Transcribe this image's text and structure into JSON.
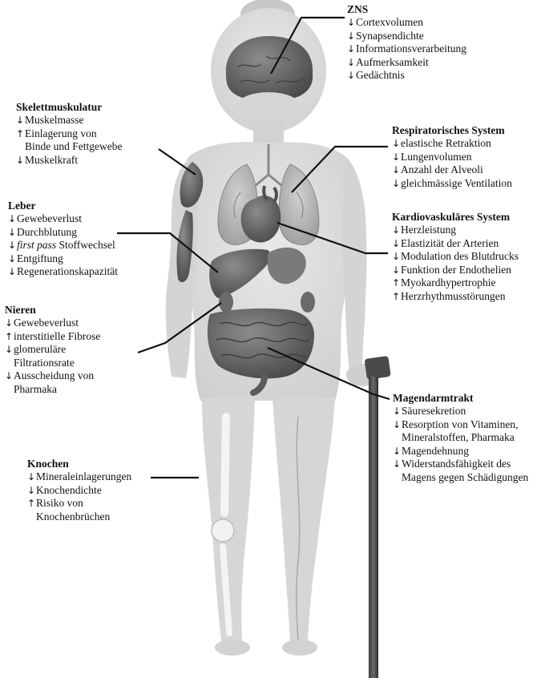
{
  "zns": {
    "title": "ZNS",
    "items": [
      {
        "arrow": "↓",
        "text": "Cortexvolumen"
      },
      {
        "arrow": "↓",
        "text": "Synapsendichte"
      },
      {
        "arrow": "↓",
        "text": "Informationsverarbeitung"
      },
      {
        "arrow": "↓",
        "text": "Aufmerksamkeit"
      },
      {
        "arrow": "↓",
        "text": "Gedächtnis"
      }
    ]
  },
  "skelett": {
    "title": "Skelettmuskulatur",
    "items": [
      {
        "arrow": "↓",
        "text": "Muskelmasse"
      },
      {
        "arrow": "↑",
        "text": "Einlagerung von"
      },
      {
        "arrow": "",
        "text": "Binde und Fettgewebe"
      },
      {
        "arrow": "↓",
        "text": "Muskelkraft"
      }
    ]
  },
  "resp": {
    "title": "Respiratorisches System",
    "items": [
      {
        "arrow": "↓",
        "text": "elastische Retraktion"
      },
      {
        "arrow": "↓",
        "text": "Lungenvolumen"
      },
      {
        "arrow": "↓",
        "text": "Anzahl der Alveoli"
      },
      {
        "arrow": "↓",
        "text": "gleichmässige Ventilation"
      }
    ]
  },
  "kardio": {
    "title": "Kardiovaskuläres System",
    "items": [
      {
        "arrow": "↓",
        "text": "Herzleistung"
      },
      {
        "arrow": "↓",
        "text": "Elastizität der Arterien"
      },
      {
        "arrow": "↓",
        "text": "Modulation des Blutdrucks"
      },
      {
        "arrow": "↓",
        "text": "Funktion der Endothelien"
      },
      {
        "arrow": "↑",
        "text": "Myokardhypertrophie"
      },
      {
        "arrow": "↑",
        "text": "Herzrhythmusstörungen"
      }
    ]
  },
  "leber": {
    "title": "Leber",
    "items": [
      {
        "arrow": "↓",
        "text": "Gewebeverlust"
      },
      {
        "arrow": "↓",
        "text": "Durchblutung"
      },
      {
        "arrow": "↓",
        "italic": "first pass",
        "text": "Stoffwechsel"
      },
      {
        "arrow": "↓",
        "text": "Entgiftung"
      },
      {
        "arrow": "↓",
        "text": "Regenerationskapazität"
      }
    ]
  },
  "nieren": {
    "title": "Nieren",
    "items": [
      {
        "arrow": "↓",
        "text": "Gewebeverlust"
      },
      {
        "arrow": "↑",
        "text": "interstitielle Fibrose"
      },
      {
        "arrow": "↓",
        "text": "glomeruläre"
      },
      {
        "arrow": "",
        "text": "Filtrationsrate"
      },
      {
        "arrow": "↓",
        "text": "Ausscheidung von"
      },
      {
        "arrow": "",
        "text": "Pharmaka"
      }
    ]
  },
  "magen": {
    "title": "Magendarmtrakt",
    "items": [
      {
        "arrow": "↓",
        "text": "Säuresekretion"
      },
      {
        "arrow": "↓",
        "text": "Resorption von Vitaminen,"
      },
      {
        "arrow": "",
        "text": "Mineralstoffen, Pharmaka"
      },
      {
        "arrow": "↓",
        "text": "Magendehnung"
      },
      {
        "arrow": "↓",
        "text": "Widerstandsfähigkeit des"
      },
      {
        "arrow": "",
        "text": "Magens gegen Schädigungen"
      }
    ]
  },
  "knochen": {
    "title": "Knochen",
    "items": [
      {
        "arrow": "↓",
        "text": "Mineraleinlagerungen"
      },
      {
        "arrow": "↓",
        "text": "Knochendichte"
      },
      {
        "arrow": "↑",
        "text": "Risiko von"
      },
      {
        "arrow": "",
        "text": "Knochenbrüchen"
      }
    ]
  },
  "colors": {
    "body_fill": "#dcdcdc",
    "organ_dark": "#5a5a5a",
    "organ_mid": "#8a8a8a",
    "leader_line": "#111111",
    "text": "#111111"
  }
}
